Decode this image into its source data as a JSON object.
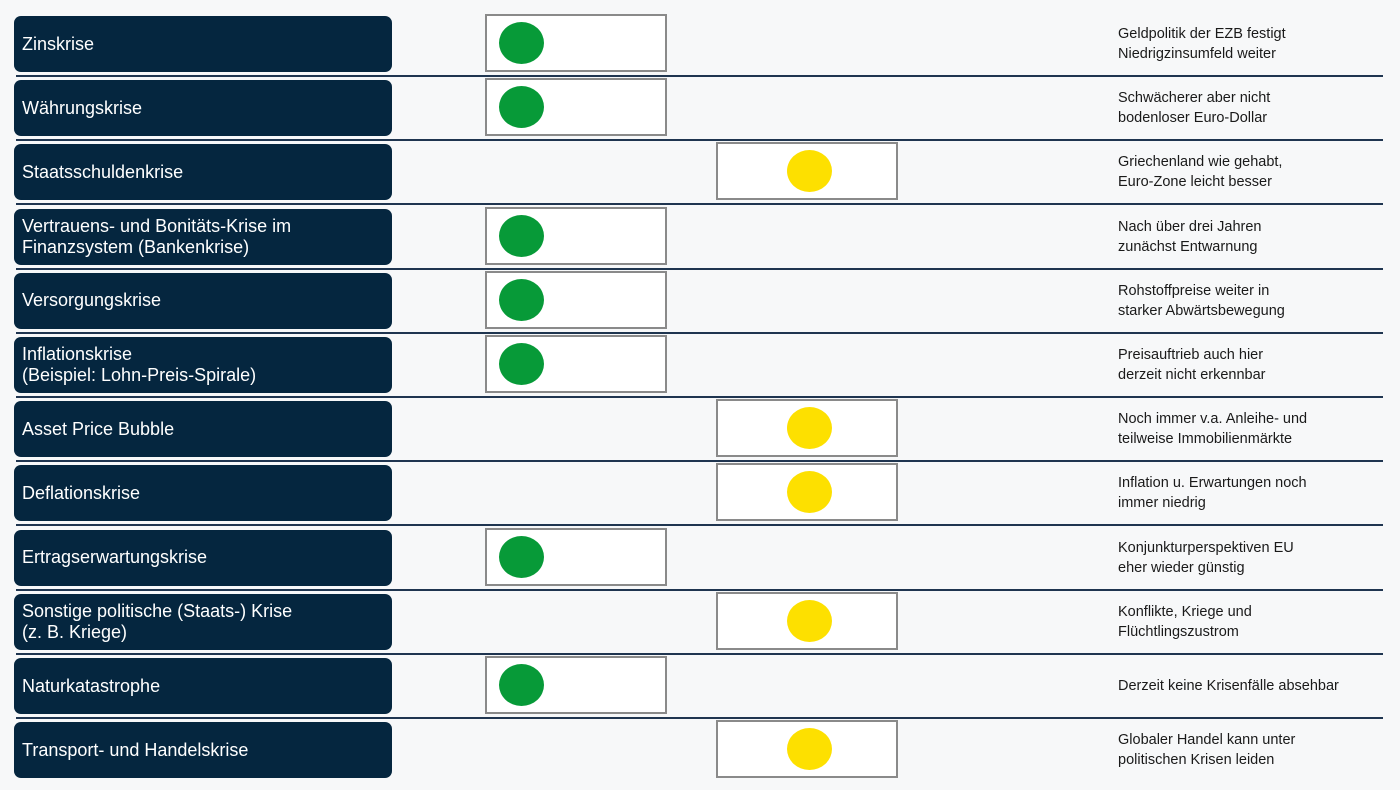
{
  "colors": {
    "green": "#079a38",
    "yellow": "#fde000",
    "label_bg": "#05263f"
  },
  "rows": [
    {
      "label": "Zinskrise",
      "status": "green",
      "note": "Geldpolitik der EZB festigt\nNiedrigzinsumfeld weiter"
    },
    {
      "label": "Währungskrise",
      "status": "green",
      "note": "Schwächerer aber nicht\nbodenloser Euro-Dollar"
    },
    {
      "label": "Staatsschuldenkrise",
      "status": "yellow",
      "note": "Griechenland wie gehabt,\nEuro-Zone leicht besser"
    },
    {
      "label": "Vertrauens- und Bonitäts-Krise im\nFinanzsystem (Bankenkrise)",
      "status": "green",
      "note": "Nach über drei Jahren\nzunächst Entwarnung"
    },
    {
      "label": "Versorgungskrise",
      "status": "green",
      "note": "Rohstoffpreise weiter in\nstarker Abwärtsbewegung"
    },
    {
      "label": "Inflationskrise\n(Beispiel: Lohn-Preis-Spirale)",
      "status": "green",
      "note": "Preisauftrieb auch hier\nderzeit nicht erkennbar"
    },
    {
      "label": "Asset Price Bubble",
      "status": "yellow",
      "note": "Noch immer v.a. Anleihe- und\nteilweise Immobilienmärkte"
    },
    {
      "label": "Deflationskrise",
      "status": "yellow",
      "note": "Inflation u. Erwartungen noch\nimmer niedrig"
    },
    {
      "label": "Ertragserwartungskrise",
      "status": "green",
      "note": "Konjunkturperspektiven EU\neher wieder günstig"
    },
    {
      "label": "Sonstige politische (Staats-) Krise\n(z. B. Kriege)",
      "status": "yellow",
      "note": "Konflikte, Kriege und\nFlüchtlingszustrom"
    },
    {
      "label": "Naturkatastrophe",
      "status": "green",
      "note": "Derzeit keine Krisenfälle absehbar"
    },
    {
      "label": "Transport- und Handelskrise",
      "status": "yellow",
      "note": "Globaler Handel kann unter\npolitischen Krisen leiden"
    }
  ]
}
